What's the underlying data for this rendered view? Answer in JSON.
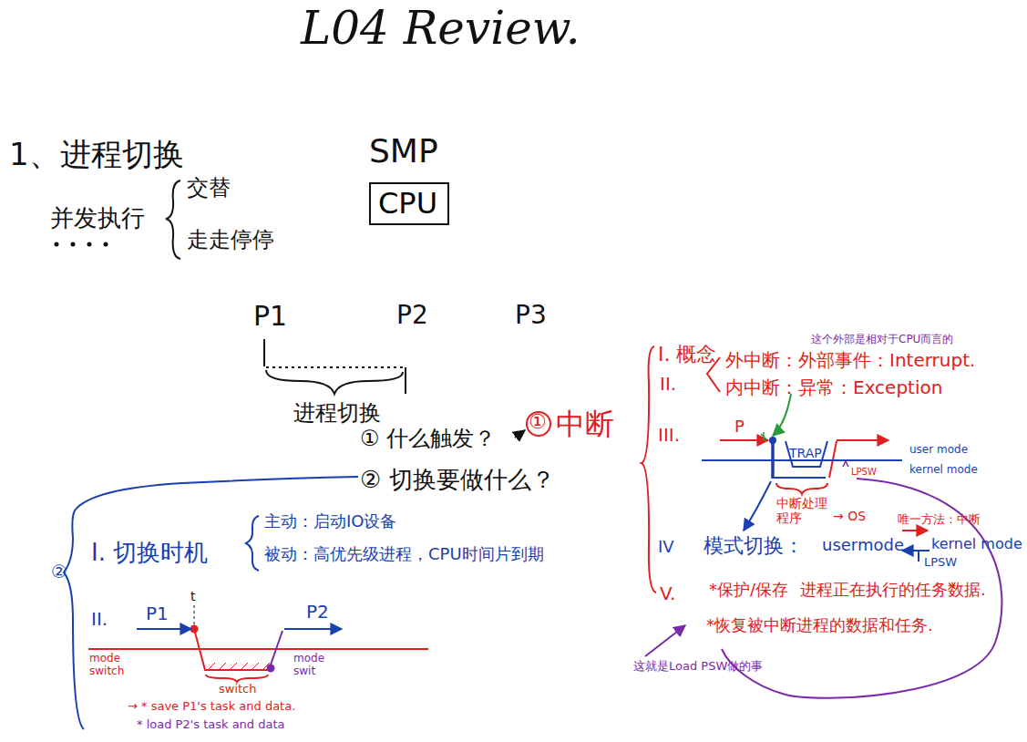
{
  "diagram": {
    "title": "L04 Review.",
    "nodes": [
      {
        "text": [
          "CPU"
        ]
      }
    ],
    "labels": [
      "1、进程切换",
      "SMP",
      "并发执行",
      "交替",
      "走走停停",
      "P1",
      "P2",
      "P3",
      "进程切换",
      "① 什么触发？",
      "①",
      "中断",
      "② 切换要做什么？",
      "②",
      "I. 切换时机",
      "主动：启动IO设备",
      "被动：高优先级进程，CPU时间片到期",
      "II.",
      "P1",
      "t",
      "P2",
      "mode switch",
      "mode swit",
      "switch",
      "→ * save P1's task and data.",
      "* load P2's task and data",
      "这个外部是相对于CPU而言的",
      "I. 概念",
      "II.",
      "外中断：外部事件：Interrupt.",
      "内中断：异常：Exception",
      "III.",
      "P",
      "TRAP",
      "user mode",
      "kernel mode",
      "LPSW",
      "中断处理程序",
      "→ OS",
      "IV",
      "模式切换：",
      "usermode",
      "唯一方法：中断",
      "kernel mode",
      "LPSW",
      "V.",
      "*保护/保存",
      "进程正在执行的任务数据.",
      "*恢复被中断进程的数据和任务.",
      "这就是Load PSW做的事"
    ]
  }
}
